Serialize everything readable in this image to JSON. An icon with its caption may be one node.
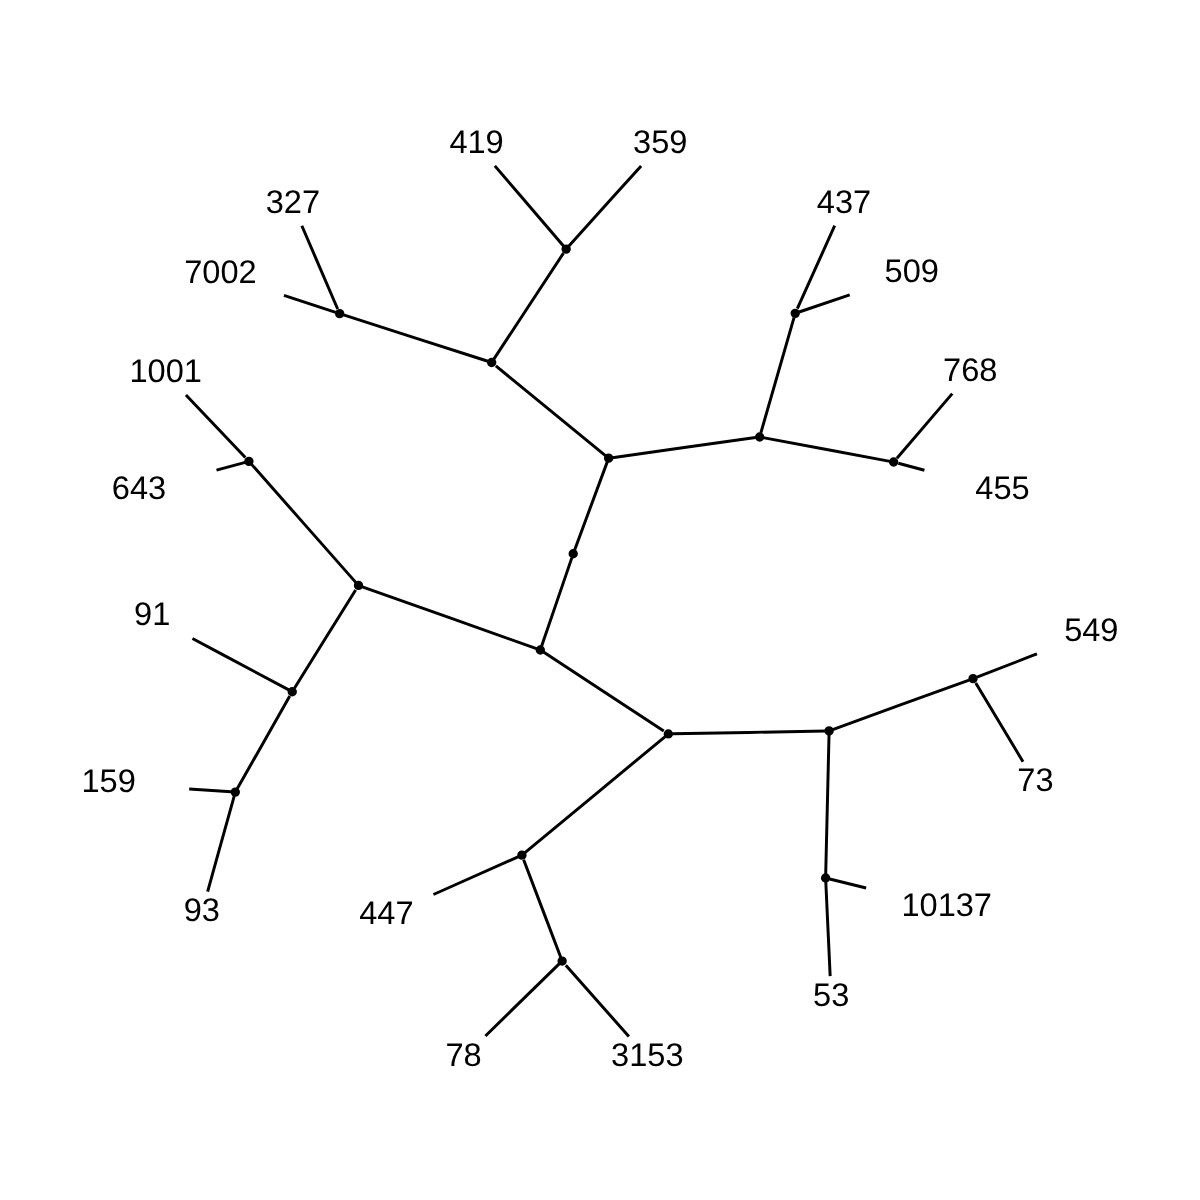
{
  "diagram": {
    "nodes": [
      {
        "text": [
          "359"
        ]
      },
      {
        "text": [
          "437"
        ]
      },
      {
        "text": [
          "509"
        ]
      },
      {
        "text": [
          "768"
        ]
      },
      {
        "text": [
          "455"
        ]
      },
      {
        "text": [
          "549"
        ]
      },
      {
        "text": [
          "73"
        ]
      },
      {
        "text": [
          "10137"
        ]
      },
      {
        "text": [
          "53"
        ]
      },
      {
        "text": [
          "3153"
        ]
      },
      {
        "text": [
          "78"
        ]
      },
      {
        "text": [
          "447"
        ]
      },
      {
        "text": [
          "93"
        ]
      },
      {
        "text": [
          "159"
        ]
      },
      {
        "text": [
          "91"
        ]
      },
      {
        "text": [
          "643"
        ]
      },
      {
        "text": [
          "1001"
        ]
      },
      {
        "text": [
          "7002"
        ]
      },
      {
        "text": [
          "327"
        ]
      },
      {
        "text": [
          "419"
        ]
      },
      {
        "text": [],
        "shape": "point"
      },
      {
        "text": [],
        "shape": "point"
      },
      {
        "text": [],
        "shape": "point"
      },
      {
        "text": [],
        "shape": "point"
      },
      {
        "text": [],
        "shape": "point"
      },
      {
        "text": [],
        "shape": "point"
      },
      {
        "text": [],
        "shape": "point"
      },
      {
        "text": [],
        "shape": "point"
      },
      {
        "text": [],
        "shape": "point"
      },
      {
        "text": [],
        "shape": "point"
      },
      {
        "text": [],
        "shape": "point"
      },
      {
        "text": [],
        "shape": "point"
      },
      {
        "text": [],
        "shape": "point"
      },
      {
        "text": [],
        "shape": "point"
      },
      {
        "text": [],
        "shape": "point"
      },
      {
        "text": [],
        "shape": "point"
      },
      {
        "text": [],
        "shape": "point"
      },
      {
        "text": [],
        "shape": "point"
      },
      {
        "text": [],
        "shape": "point"
      }
    ],
    "edges": [
      {
        "from": 29,
        "to": 27,
        "arrow": "none"
      },
      {
        "from": 27,
        "to": 24,
        "arrow": "none"
      },
      {
        "from": 24,
        "to": 23,
        "arrow": "none"
      },
      {
        "from": 23,
        "to": 4,
        "arrow": "none"
      },
      {
        "from": 23,
        "to": 3,
        "arrow": "none"
      },
      {
        "from": 24,
        "to": 21,
        "arrow": "none"
      },
      {
        "from": 21,
        "to": 2,
        "arrow": "none"
      },
      {
        "from": 21,
        "to": 1,
        "arrow": "none"
      },
      {
        "from": 27,
        "to": 26,
        "arrow": "none"
      },
      {
        "from": 26,
        "to": 20,
        "arrow": "none"
      },
      {
        "from": 20,
        "to": 0,
        "arrow": "none"
      },
      {
        "from": 20,
        "to": 19,
        "arrow": "none"
      },
      {
        "from": 26,
        "to": 22,
        "arrow": "none"
      },
      {
        "from": 22,
        "to": 18,
        "arrow": "none"
      },
      {
        "from": 22,
        "to": 17,
        "arrow": "none"
      },
      {
        "from": 29,
        "to": 31,
        "arrow": "none"
      },
      {
        "from": 31,
        "to": 30,
        "arrow": "none"
      },
      {
        "from": 30,
        "to": 25,
        "arrow": "none"
      },
      {
        "from": 25,
        "to": 16,
        "arrow": "none"
      },
      {
        "from": 25,
        "to": 15,
        "arrow": "none"
      },
      {
        "from": 30,
        "to": 34,
        "arrow": "none"
      },
      {
        "from": 34,
        "to": 14,
        "arrow": "none"
      },
      {
        "from": 34,
        "to": 37,
        "arrow": "none"
      },
      {
        "from": 37,
        "to": 13,
        "arrow": "none"
      },
      {
        "from": 37,
        "to": 12,
        "arrow": "none"
      },
      {
        "from": 31,
        "to": 32,
        "arrow": "none"
      },
      {
        "from": 32,
        "to": 36,
        "arrow": "none"
      },
      {
        "from": 36,
        "to": 11,
        "arrow": "none"
      },
      {
        "from": 36,
        "to": 38,
        "arrow": "none"
      },
      {
        "from": 38,
        "to": 10,
        "arrow": "none"
      },
      {
        "from": 38,
        "to": 9,
        "arrow": "none"
      },
      {
        "from": 32,
        "to": 28,
        "arrow": "none"
      },
      {
        "from": 28,
        "to": 35,
        "arrow": "none"
      },
      {
        "from": 35,
        "to": 8,
        "arrow": "none"
      },
      {
        "from": 35,
        "to": 7,
        "arrow": "none"
      },
      {
        "from": 28,
        "to": 33,
        "arrow": "none"
      },
      {
        "from": 33,
        "to": 6,
        "arrow": "none"
      },
      {
        "from": 33,
        "to": 5,
        "arrow": "none"
      }
    ]
  }
}
